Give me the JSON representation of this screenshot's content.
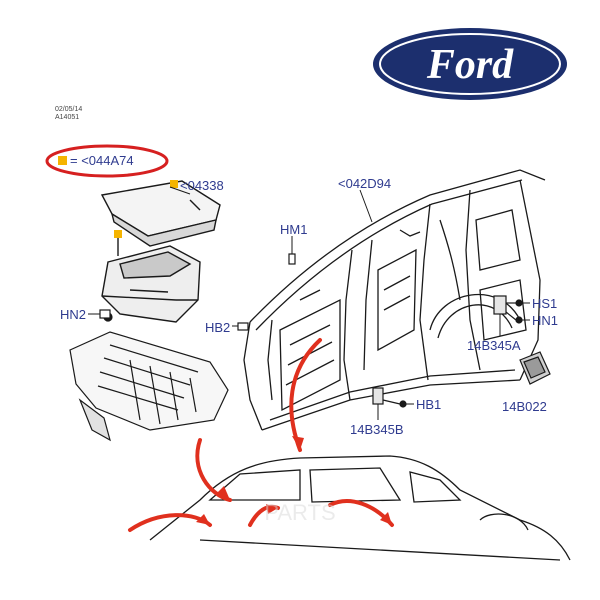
{
  "logo": {
    "text": "Ford",
    "oval_color": "#1c2f6e",
    "text_color": "#ffffff"
  },
  "meta": {
    "date": "02/05/14",
    "ref": "A14051"
  },
  "legend": {
    "text": "= <044A74",
    "swatch_color": "#f5b400",
    "circle_color": "#d62020"
  },
  "labels": {
    "part_04338": "<04338",
    "part_042D94": "<042D94",
    "hm1": "HM1",
    "hn2": "HN2",
    "hb2": "HB2",
    "hs1": "HS1",
    "hn1": "HN1",
    "p14B345A": "14B345A",
    "hb1": "HB1",
    "p14B345B": "14B345B",
    "p14B022": "14B022"
  },
  "colors": {
    "label": "#2f3b8f",
    "arrow": "#e0301e",
    "line": "#1a1a1a",
    "highlight": "#f5b400"
  }
}
